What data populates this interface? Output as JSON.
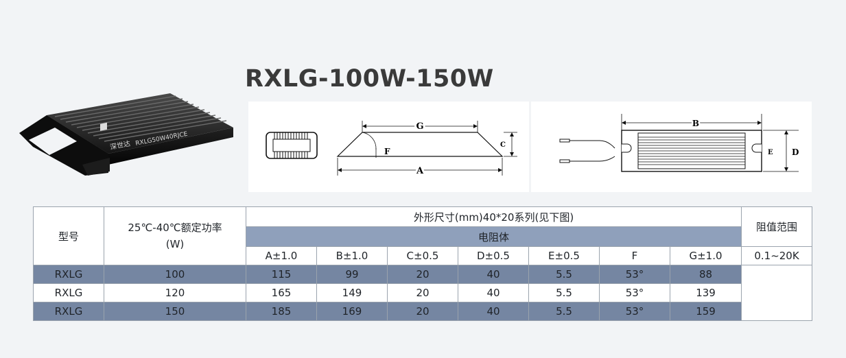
{
  "title": "RXLG-100W-150W",
  "product": {
    "brand_text": "深世达",
    "model_text": "RXLG50W40RJ",
    "cert_text": "CE"
  },
  "diagram_labels": {
    "side": {
      "g": "G",
      "f": "F",
      "c": "C",
      "a": "A"
    },
    "top": {
      "b": "B",
      "e": "E",
      "d": "D"
    }
  },
  "table": {
    "col_model": "型号",
    "col_power_line1": "25℃-40℃额定功率",
    "col_power_line2": "(W)",
    "col_dims": "外形尺寸(mm)40*20系列(见下图)",
    "col_body": "电阻体",
    "col_range": "阻值范围",
    "range_value": "0.1~20K",
    "dim_headers": [
      "A±1.0",
      "B±1.0",
      "C±0.5",
      "D±0.5",
      "E±0.5",
      "F",
      "G±1.0"
    ],
    "rows": [
      {
        "model": "RXLG",
        "power": "100",
        "a": "115",
        "b": "99",
        "c": "20",
        "d": "40",
        "e": "5.5",
        "f": "53°",
        "g": "88"
      },
      {
        "model": "RXLG",
        "power": "120",
        "a": "165",
        "b": "149",
        "c": "20",
        "d": "40",
        "e": "5.5",
        "f": "53°",
        "g": "139"
      },
      {
        "model": "RXLG",
        "power": "150",
        "a": "185",
        "b": "169",
        "c": "20",
        "d": "40",
        "e": "5.5",
        "f": "53°",
        "g": "159"
      }
    ]
  },
  "colors": {
    "row_blue": "#7586a2",
    "header_blue": "#8fa0bb",
    "background": "#f2f4f6"
  }
}
